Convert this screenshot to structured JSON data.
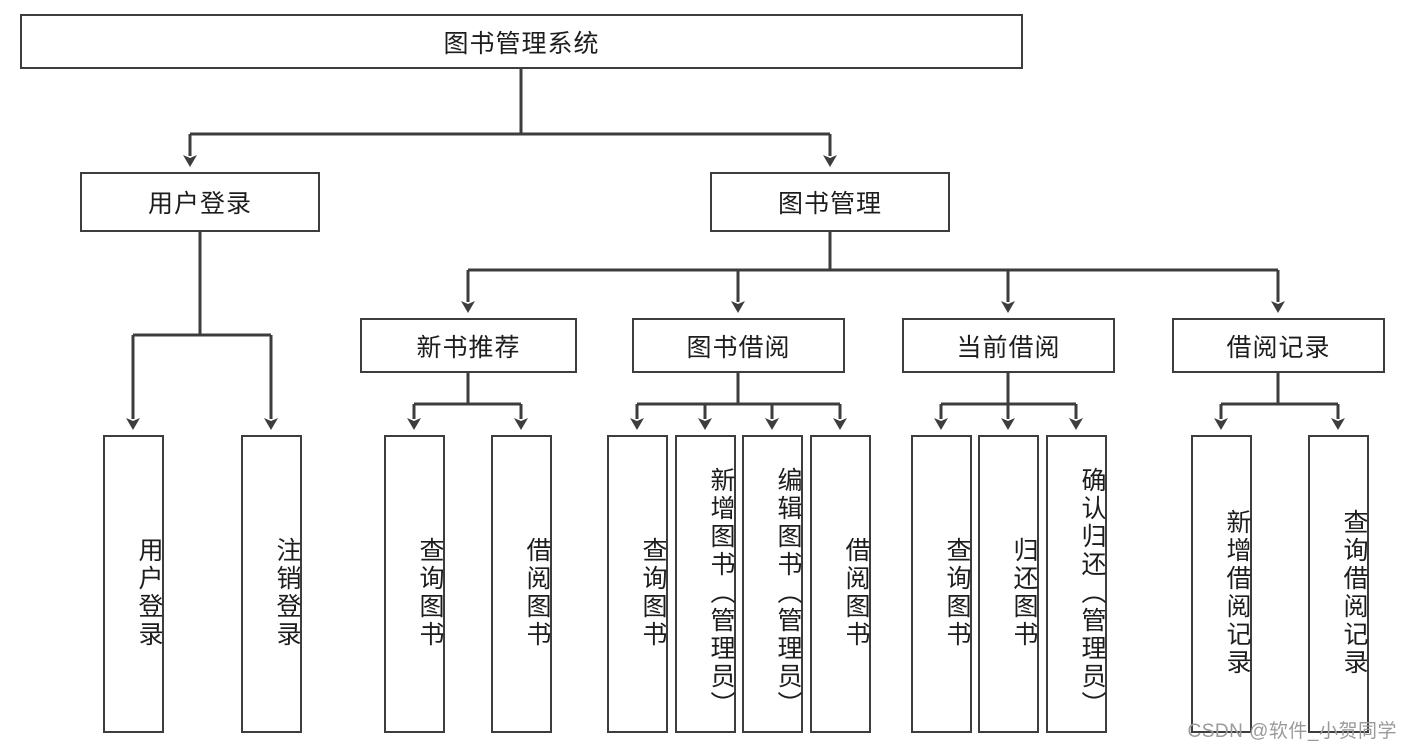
{
  "diagram": {
    "title": "图书管理系统",
    "type": "hierarchy-tree",
    "background_color": "#ffffff",
    "line_color": "#3d3d3d",
    "text_color": "#1d1d1d",
    "root": {
      "label": "图书管理系统"
    },
    "level2": [
      {
        "label": "用户登录"
      },
      {
        "label": "图书管理"
      }
    ],
    "level3": [
      {
        "label": "新书推荐"
      },
      {
        "label": "图书借阅"
      },
      {
        "label": "当前借阅"
      },
      {
        "label": "借阅记录"
      }
    ],
    "leaves": {
      "user_login": [
        {
          "label": "用户登录"
        },
        {
          "label": "注销登录"
        }
      ],
      "new_book_recommend": [
        {
          "label": "查询图书"
        },
        {
          "label": "借阅图书"
        }
      ],
      "book_borrow": [
        {
          "label": "查询图书"
        },
        {
          "label": "新增图书（管理员）"
        },
        {
          "label": "编辑图书（管理员）"
        },
        {
          "label": "借阅图书"
        }
      ],
      "current_borrow": [
        {
          "label": "查询图书"
        },
        {
          "label": "归还图书"
        },
        {
          "label": "确认归还（管理员）"
        }
      ],
      "borrow_record": [
        {
          "label": "新增借阅记录"
        },
        {
          "label": "查询借阅记录"
        }
      ]
    }
  },
  "watermark": {
    "text": "CSDN @软件_小贺同学"
  }
}
